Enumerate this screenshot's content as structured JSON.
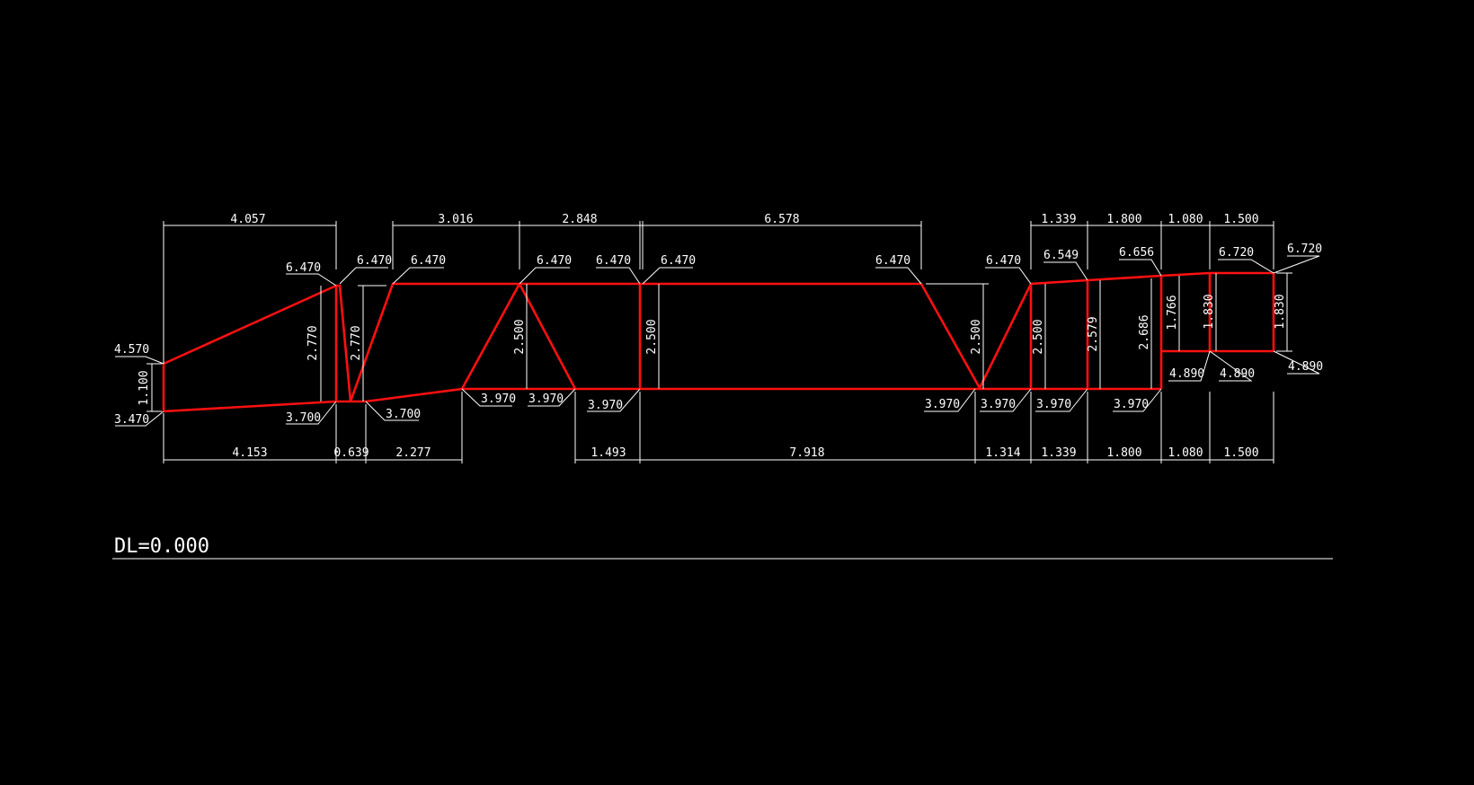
{
  "drawing": {
    "dl_label": "DL=0.000",
    "colors": {
      "background": "#000000",
      "dimension": "#ffffff",
      "profile": "#ff1010"
    },
    "top_dims": [
      "4.057",
      "3.016",
      "2.848",
      "6.578",
      "1.339",
      "1.800",
      "1.080",
      "1.500"
    ],
    "bottom_dims": [
      "4.153",
      "0.639",
      "2.277",
      "1.493",
      "7.918",
      "1.314",
      "1.339",
      "1.800",
      "1.080",
      "1.500"
    ],
    "height_dims": [
      "1.100",
      "2.770",
      "2.770",
      "2.500",
      "2.500",
      "2.500",
      "2.500",
      "2.579",
      "2.686",
      "1.766",
      "1.830",
      "1.830"
    ],
    "top_elevations": [
      "4.570",
      "6.470",
      "6.470",
      "6.470",
      "6.470",
      "6.470",
      "6.470",
      "6.470",
      "6.470",
      "6.549",
      "6.656",
      "6.720",
      "6.720"
    ],
    "bottom_elevations": [
      "3.470",
      "3.700",
      "3.700",
      "3.970",
      "3.970",
      "3.970",
      "3.970",
      "3.970",
      "3.970",
      "3.970",
      "4.890",
      "4.890",
      "4.890"
    ]
  }
}
